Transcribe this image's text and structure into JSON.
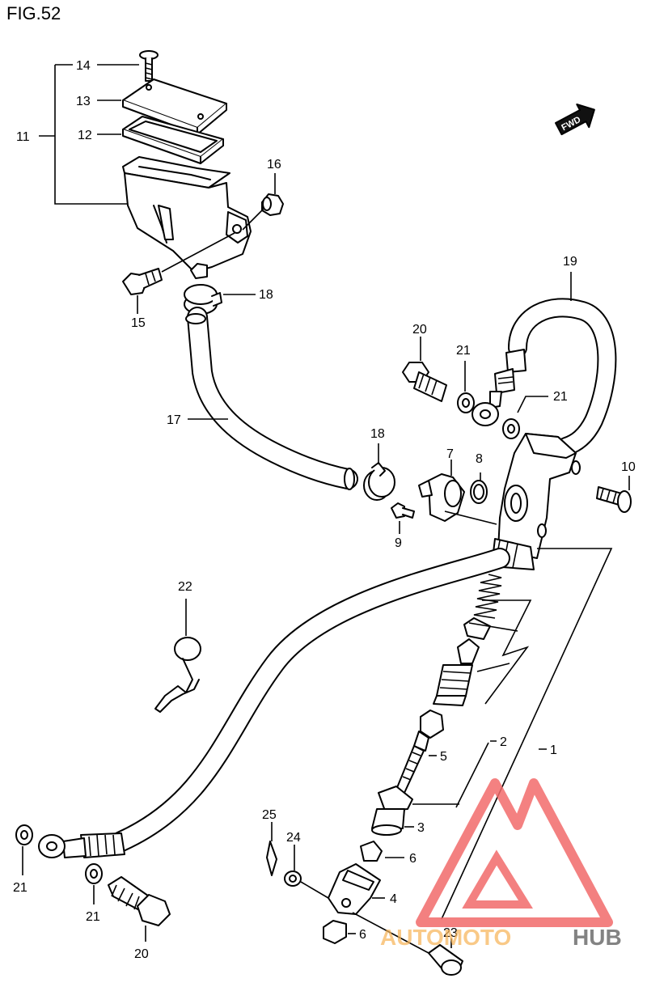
{
  "figure": {
    "title": "FIG.52"
  },
  "fwd_badge": "FWD",
  "callouts": {
    "p1": "1",
    "p2": "2",
    "p3": "3",
    "p4": "4",
    "p5": "5",
    "p6a": "6",
    "p6b": "6",
    "p7": "7",
    "p8": "8",
    "p9": "9",
    "p10": "10",
    "p11": "11",
    "p12": "12",
    "p13": "13",
    "p14": "14",
    "p15": "15",
    "p16": "16",
    "p17": "17",
    "p18a": "18",
    "p18b": "18",
    "p19": "19",
    "p20a": "20",
    "p20b": "20",
    "p21a": "21",
    "p21b": "21",
    "p21c": "21",
    "p21d": "21",
    "p22": "22",
    "p23": "23",
    "p24": "24",
    "p25": "25"
  },
  "watermark": {
    "text_part1": "AUTOMOTO",
    "text_part2": "HUB",
    "accent": "#f26b6b",
    "accent_light": "#f7b45a",
    "dark": "#4a4a4a"
  }
}
